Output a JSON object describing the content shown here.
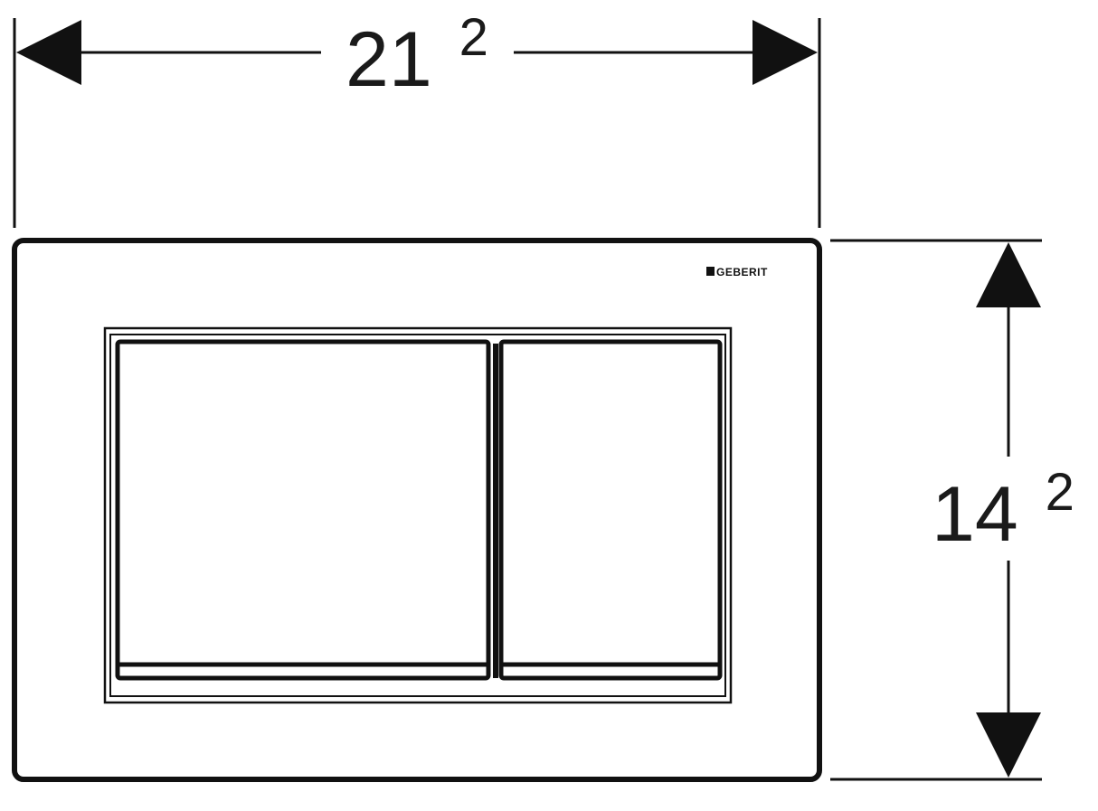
{
  "width_dimension": {
    "value": "21",
    "superscript": "2"
  },
  "height_dimension": {
    "value": "14",
    "superscript": "2"
  },
  "logo": {
    "brand": "GEBERIT"
  },
  "colors": {
    "line": "#111111",
    "background": "#ffffff"
  }
}
